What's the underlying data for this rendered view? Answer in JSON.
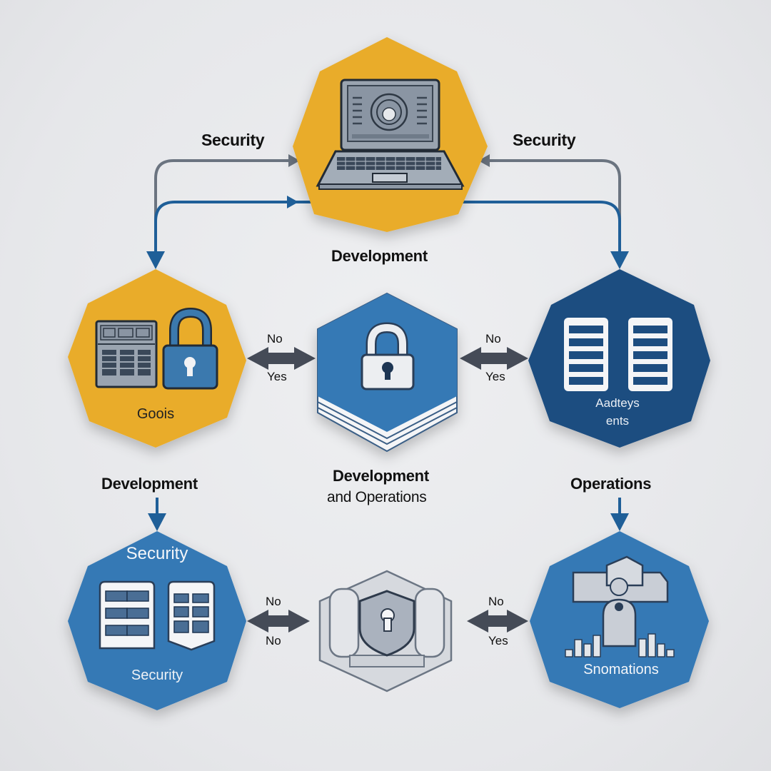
{
  "colors": {
    "background": "#e8e9ec",
    "yellow": "#e9ac2c",
    "blue": "#3679b5",
    "navy": "#1d4d80",
    "arrow_gray": "#6b7480",
    "arrow_blue": "#1f5f98",
    "double_arrow": "#454b57",
    "text": "#111111"
  },
  "flow_labels": {
    "top_left": "Security",
    "top_right": "Security",
    "top_center": "Development",
    "mid_left": "Development",
    "mid_center_line1": "Development",
    "mid_center_line2": "and Operations",
    "mid_right": "Operations"
  },
  "nodes": {
    "top_laptop": {
      "icon": "laptop-icon",
      "color": "yellow"
    },
    "mid_left": {
      "icon": "dashboard-lock-icon",
      "label": "Goois",
      "color": "yellow"
    },
    "mid_center": {
      "icon": "padlock-icon",
      "color": "blue"
    },
    "mid_right": {
      "icon": "server-racks-icon",
      "label_line1": "Aadteys",
      "label_line2": "ents",
      "color": "navy"
    },
    "bottom_left": {
      "icon": "server-panels-icon",
      "title": "Security",
      "label": "Security",
      "color": "blue"
    },
    "bottom_center": {
      "icon": "shield-keyhole-icon",
      "color": "gray"
    },
    "bottom_right": {
      "icon": "operator-figure-icon",
      "label": "Snomations",
      "color": "blue"
    }
  },
  "decisions": {
    "mid_left": {
      "top": "No",
      "bottom": "Yes"
    },
    "mid_right": {
      "top": "No",
      "bottom": "Yes"
    },
    "bottom_left": {
      "top": "No",
      "bottom": "No"
    },
    "bottom_right": {
      "top": "No",
      "bottom": "Yes"
    }
  }
}
